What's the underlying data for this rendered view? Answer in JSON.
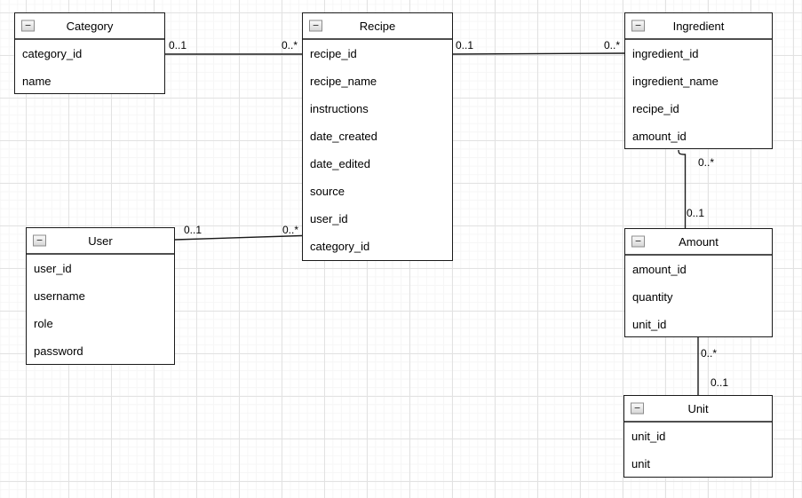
{
  "diagram_type": "entity-relationship",
  "icons": {
    "collapse_glyph": "−"
  },
  "colors": {
    "background": "#ffffff",
    "grid_major": "#e2e2e2",
    "grid_minor": "#f6f6f6",
    "entity_border": "#1a1a1a",
    "header_divider": "#4f4f4f",
    "text": "#000000"
  },
  "entities": {
    "category": {
      "title": "Category",
      "fields": [
        "category_id",
        "name"
      ]
    },
    "recipe": {
      "title": "Recipe",
      "fields": [
        "recipe_id",
        "recipe_name",
        "instructions",
        "date_created",
        "date_edited",
        "source",
        "user_id",
        "category_id"
      ]
    },
    "ingredient": {
      "title": "Ingredient",
      "fields": [
        "ingredient_id",
        "ingredient_name",
        "recipe_id",
        "amount_id"
      ]
    },
    "user": {
      "title": "User",
      "fields": [
        "user_id",
        "username",
        "role",
        "password"
      ]
    },
    "amount": {
      "title": "Amount",
      "fields": [
        "amount_id",
        "quantity",
        "unit_id"
      ]
    },
    "unit": {
      "title": "Unit",
      "fields": [
        "unit_id",
        "unit"
      ]
    }
  },
  "relations": {
    "category_recipe": {
      "labels": [
        "0..1",
        "0..*"
      ]
    },
    "recipe_ingredient": {
      "labels": [
        "0..1",
        "0..*"
      ]
    },
    "user_recipe": {
      "labels": [
        "0..1",
        "0..*"
      ]
    },
    "ingredient_amount": {
      "labels": [
        "0..*",
        "0..1"
      ]
    },
    "amount_unit": {
      "labels": [
        "0..*",
        "0..1"
      ]
    }
  }
}
